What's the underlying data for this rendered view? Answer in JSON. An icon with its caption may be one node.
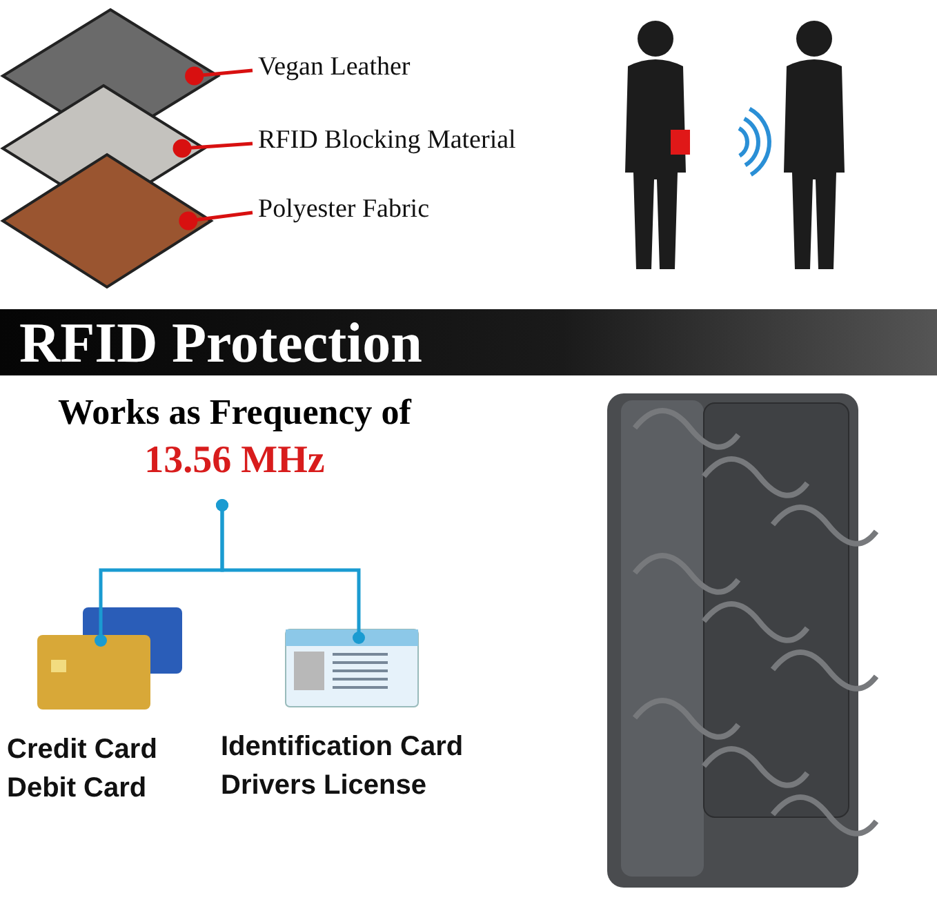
{
  "diagram": {
    "title": "RFID Protection",
    "nodes": [
      {
        "text": [
          "Vegan Leather"
        ]
      },
      {
        "text": [
          "RFID Blocking Material"
        ]
      },
      {
        "text": [
          "Polyester Fabric"
        ]
      },
      {
        "text": [],
        "shape": "picture"
      },
      {
        "text": [],
        "shape": "picture"
      },
      {
        "text": [],
        "shape": "picture"
      },
      {
        "text": [
          "Works as Frequency of",
          "13.56 MHz"
        ]
      },
      {
        "text": [],
        "shape": "picture",
        "beside": [
          "Credit Card",
          "Debit Card"
        ]
      },
      {
        "text": [],
        "shape": "picture",
        "beside": [
          "Identification Card",
          "Drivers License"
        ]
      }
    ],
    "edges": [
      {
        "from": 0,
        "to": 3,
        "arrow": "other",
        "color": "#d81010"
      },
      {
        "from": 1,
        "to": 4,
        "arrow": "other",
        "color": "#d81010"
      },
      {
        "from": 2,
        "to": 5,
        "arrow": "other",
        "color": "#d81010"
      },
      {
        "from": 6,
        "to": 7,
        "arrow": "other",
        "color": "#1a9bd1"
      },
      {
        "from": 6,
        "to": 8,
        "arrow": "other",
        "color": "#1a9bd1"
      }
    ]
  }
}
